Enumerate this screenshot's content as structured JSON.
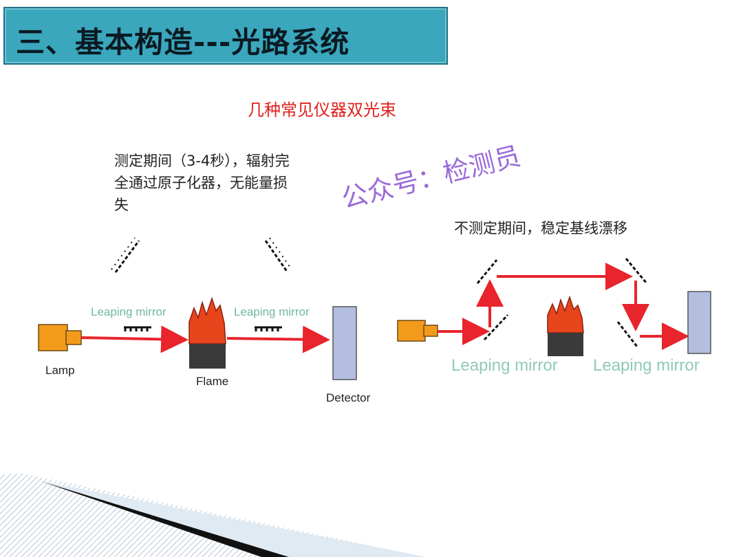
{
  "header": {
    "title": "三、基本构造---光路系统"
  },
  "subtitle": "几种常见仪器双光束",
  "notes": {
    "left": "测定期间（3-4秒），辐射完\n全通过原子化器，无能量损\n失",
    "right": "不测定期间，稳定基线漂移"
  },
  "watermark": "公众号：检测员",
  "diagram_left": {
    "lamp_label": "Lamp",
    "flame_label": "Flame",
    "detector_label": "Detector",
    "mirror1_label": "Leaping mirror",
    "mirror2_label": "Leaping mirror"
  },
  "diagram_right": {
    "mirror1_label": "Leaping mirror",
    "mirror2_label": "Leaping mirror"
  },
  "colors": {
    "title_bg": "#3aa7bd",
    "beam": "#e8242c",
    "lamp": "#f39a1d",
    "detector": "#b4bfe0",
    "flame": "#e8451c",
    "burner": "#3a3a3a",
    "mirror_label": "#6fb89a",
    "watermark": "#9a6ad8",
    "subtitle": "#e0201c"
  }
}
